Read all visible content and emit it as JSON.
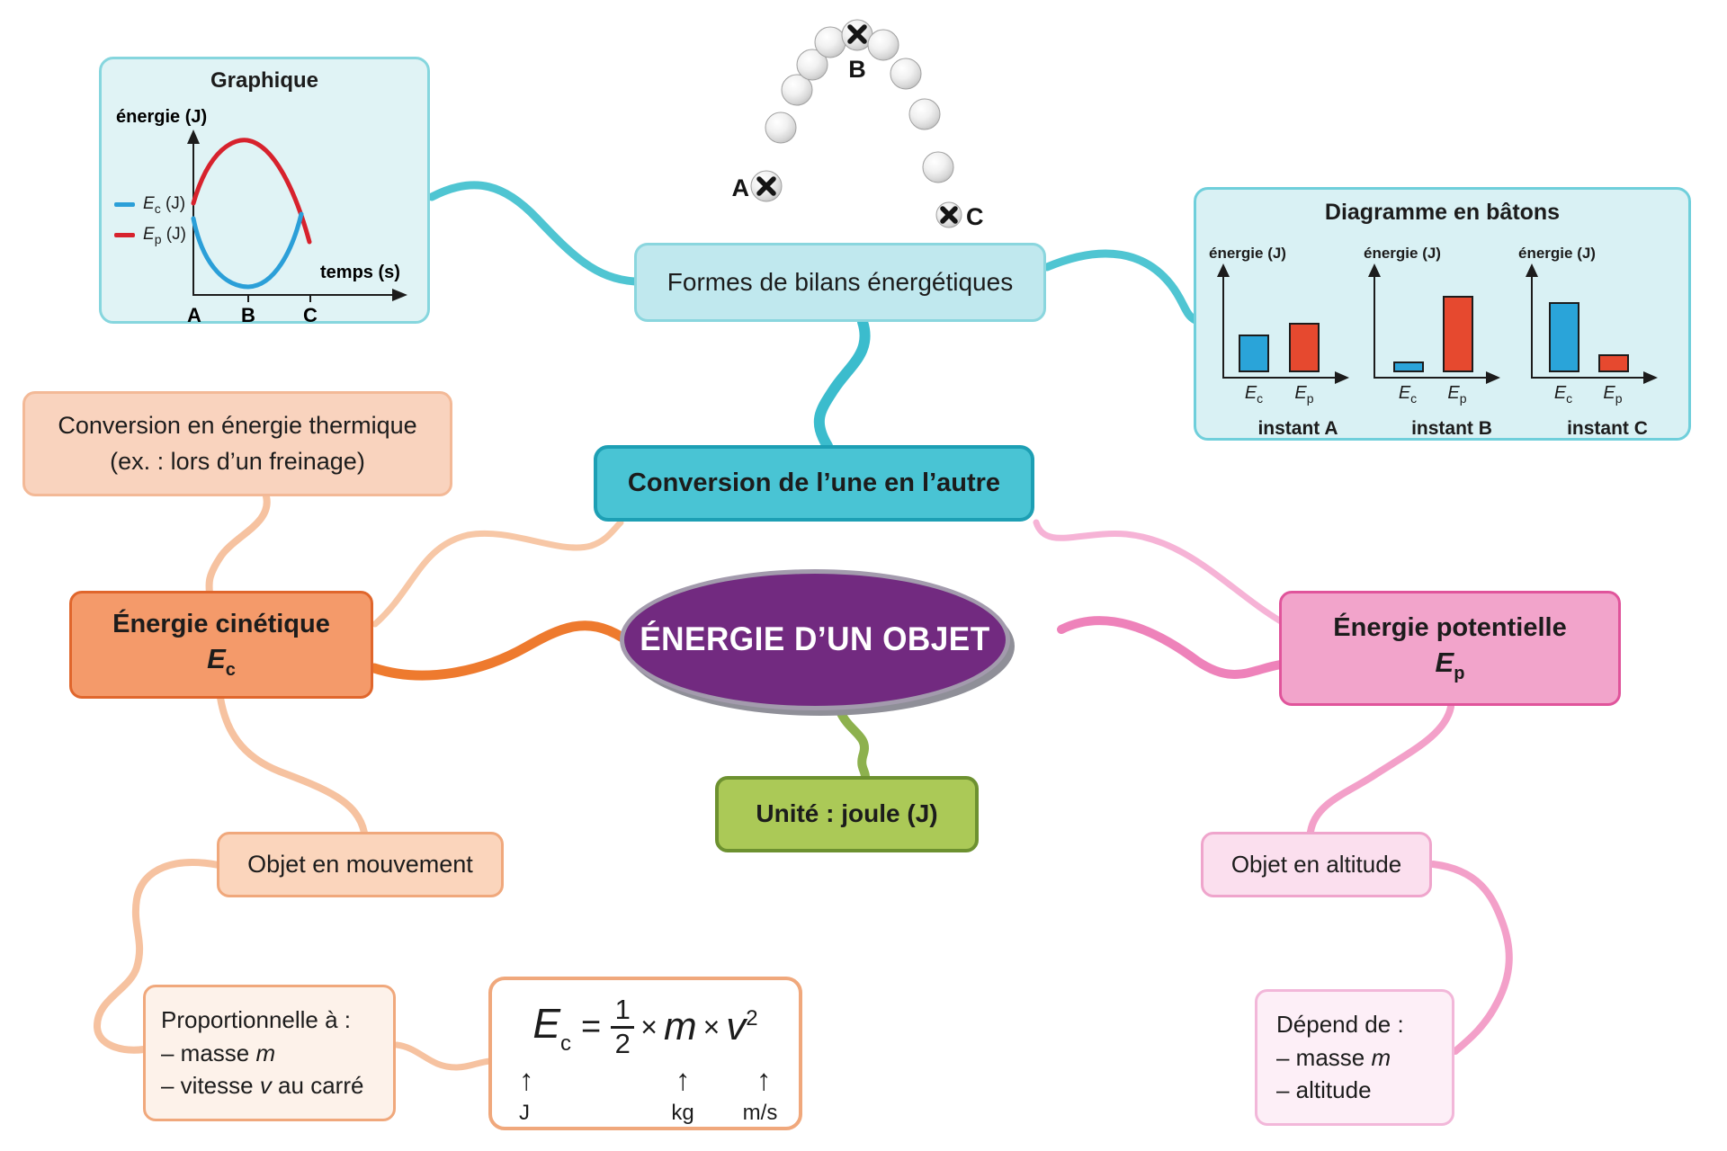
{
  "center": {
    "label": "ÉNERGIE D’UN OBJET"
  },
  "nodes": {
    "formes": {
      "label": "Formes de bilans énergétiques"
    },
    "conversion": {
      "label": "Conversion de l’une en l’autre"
    },
    "unite": {
      "label": "Unité : joule (J)"
    },
    "cinetique": {
      "title": "Énergie cinétique",
      "sym": "E",
      "sub": "c"
    },
    "potentielle": {
      "title": "Énergie potentielle",
      "sym": "E",
      "sub": "p"
    },
    "thermique": {
      "line1": "Conversion en énergie thermique",
      "line2": "(ex. : lors d’un freinage)"
    },
    "mouvement": {
      "label": "Objet en mouvement"
    },
    "altitude": {
      "label": "Objet en altitude"
    },
    "proportionnelle": {
      "title": "Proportionnelle à :",
      "item1_prefix": "– masse ",
      "item1_var": "m",
      "item2_prefix": "– vitesse ",
      "item2_var": "v",
      "item2_suffix": " au carré"
    },
    "depend": {
      "title": "Dépend de :",
      "item1_prefix": "– masse ",
      "item1_var": "m",
      "item2": "– altitude"
    }
  },
  "formula": {
    "lhs_sym": "E",
    "lhs_sub": "c",
    "eq": "=",
    "frac_num": "1",
    "frac_den": "2",
    "times": "×",
    "mass_var": "m",
    "speed_var": "v",
    "exp": "2",
    "arrow_glyph": "↑",
    "unit_energy": "J",
    "unit_mass": "kg",
    "unit_speed": "m/s"
  },
  "trajectory": {
    "label_a": "A",
    "label_b": "B",
    "label_c": "C"
  },
  "edges": [
    {
      "from": "graphique",
      "to": "formes",
      "color": "#4fc5d2"
    },
    {
      "from": "formes",
      "to": "diagramme",
      "color": "#4fc5d2"
    },
    {
      "from": "formes",
      "to": "conversion",
      "color": "#3bbccd"
    },
    {
      "from": "thermique",
      "to": "cinetique",
      "color": "#f6c2a0"
    },
    {
      "from": "cinetique",
      "to": "conversion",
      "color": "#f7c7a6"
    },
    {
      "from": "cinetique",
      "to": "center",
      "color": "#ee7a2e"
    },
    {
      "from": "conversion",
      "to": "potentielle",
      "color": "#f6b3d6"
    },
    {
      "from": "center",
      "to": "potentielle",
      "color": "#ee82ba"
    },
    {
      "from": "center",
      "to": "unite",
      "color": "#8db14e"
    },
    {
      "from": "potentielle",
      "to": "altitude",
      "color": "#f3a0c9"
    },
    {
      "from": "altitude",
      "to": "depend",
      "color": "#f3a0c9"
    },
    {
      "from": "cinetique",
      "to": "mouvement",
      "color": "#f6c2a0"
    },
    {
      "from": "mouvement",
      "to": "proportionnelle",
      "color": "#f6c2a0"
    },
    {
      "from": "proportionnelle",
      "to": "formule",
      "color": "#f6c2a0"
    }
  ],
  "chart_data": [
    {
      "id": "graphique",
      "type": "line",
      "title": "Graphique",
      "xlabel": "temps (s)",
      "ylabel": "énergie (J)",
      "x_ticks": [
        "A",
        "B",
        "C"
      ],
      "legend": [
        {
          "sym": "E",
          "sub": "c",
          "unit": " (J)",
          "color": "#2b9fd8"
        },
        {
          "sym": "E",
          "sub": "p",
          "unit": " (J)",
          "color": "#d7222d"
        }
      ],
      "series": [
        {
          "name": "Ec (J)",
          "color": "#2b9fd8",
          "description": "courbe en U : élevée en A, minimale en B, remonte et dépasse Ep après C",
          "points": [
            {
              "x": "A",
              "y": 0.55
            },
            {
              "x": "B",
              "y": 0.08
            },
            {
              "x": "C",
              "y": 0.62
            }
          ]
        },
        {
          "name": "Ep (J)",
          "color": "#d7222d",
          "description": "courbe en cloche : maximale entre A et B, décroît jusque C",
          "points": [
            {
              "x": "A",
              "y": 0.68
            },
            {
              "x": "B",
              "y": 1.0
            },
            {
              "x": "C",
              "y": 0.45
            }
          ]
        }
      ],
      "ylim": [
        0,
        1
      ],
      "grid": false,
      "legend_position": "left"
    },
    {
      "id": "diagramme-en-batons",
      "type": "bar",
      "title": "Diagramme en bâtons",
      "ylabel": "énergie (J)",
      "categories": [
        "Ec",
        "Ep"
      ],
      "bar_label_sym": "E",
      "bar_label_subs": [
        "c",
        "p"
      ],
      "colors": [
        "#2aa4d9",
        "#e6492f"
      ],
      "charts": [
        {
          "caption": "instant A",
          "values": [
            42,
            55
          ]
        },
        {
          "caption": "instant B",
          "values": [
            12,
            85
          ]
        },
        {
          "caption": "instant C",
          "values": [
            78,
            20
          ]
        }
      ],
      "ylim": [
        0,
        100
      ],
      "note": "hauteurs estimées, axe sans graduation"
    }
  ]
}
